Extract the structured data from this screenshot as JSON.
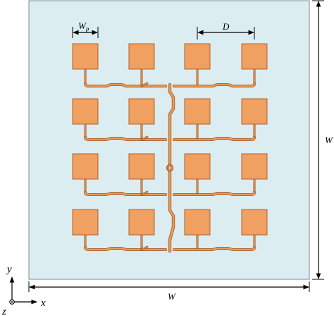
{
  "labels": {
    "patch_width": "W",
    "patch_width_sub": "p",
    "spacing": "D",
    "board_width_right": "W",
    "board_width_bottom": "W",
    "axis_y": "y",
    "axis_x": "x",
    "axis_z": "z"
  },
  "array": {
    "rows": 4,
    "cols": 4
  },
  "colors": {
    "substrate": "#dcedf1",
    "substrate_border": "#7a8b90",
    "patch": "#f0a060",
    "patch_border": "#b5602a",
    "feed": "#e89a55",
    "feed_border": "#9a5020",
    "dimension": "#000000"
  }
}
